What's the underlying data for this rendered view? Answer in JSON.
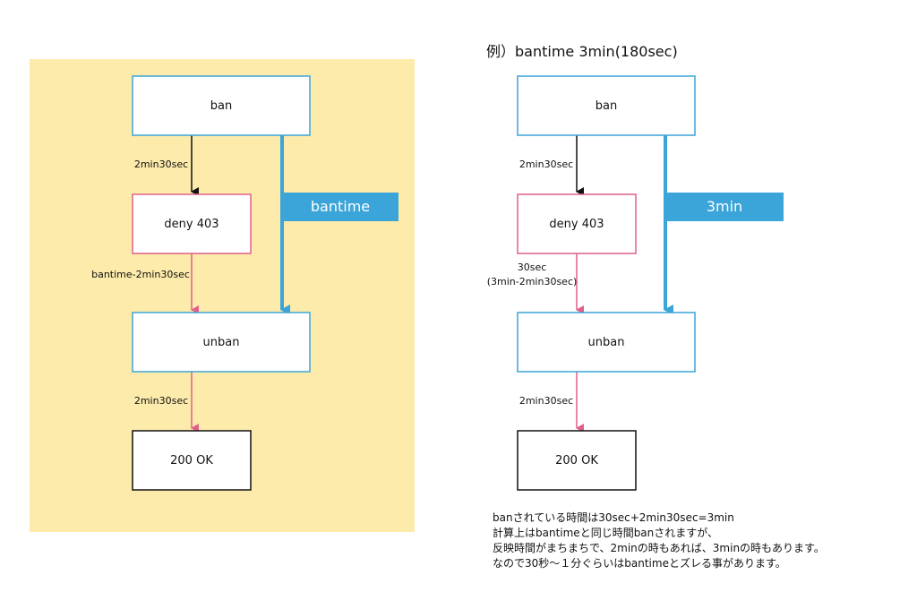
{
  "colors": {
    "panel_bg": "#fcebaa",
    "blue": "#3ba4d9",
    "pink": "#e0608a",
    "black": "#111111",
    "box_fill": "#ffffff"
  },
  "left": {
    "ban": "ban",
    "deny": "deny 403",
    "unban": "unban",
    "ok": "200 OK",
    "edge_ban_deny": "2min30sec",
    "edge_deny_unban": "bantime-2min30sec",
    "edge_unban_ok": "2min30sec",
    "band": "bantime"
  },
  "right": {
    "title": "例）bantime 3min(180sec)",
    "ban": "ban",
    "deny": "deny 403",
    "unban": "unban",
    "ok": "200 OK",
    "edge_ban_deny": "2min30sec",
    "edge_deny_unban_1": "30sec",
    "edge_deny_unban_2": "(3min-2min30sec)",
    "edge_unban_ok": "2min30sec",
    "band": "3min",
    "notes": [
      "banされている時間は30sec+2min30sec=3min",
      "計算上はbantimeと同じ時間banされますが、",
      "反映時間がまちまちで、2minの時もあれば、3minの時もあります。",
      "なので30秒～１分ぐらいはbantimeとズレる事があります。"
    ]
  }
}
